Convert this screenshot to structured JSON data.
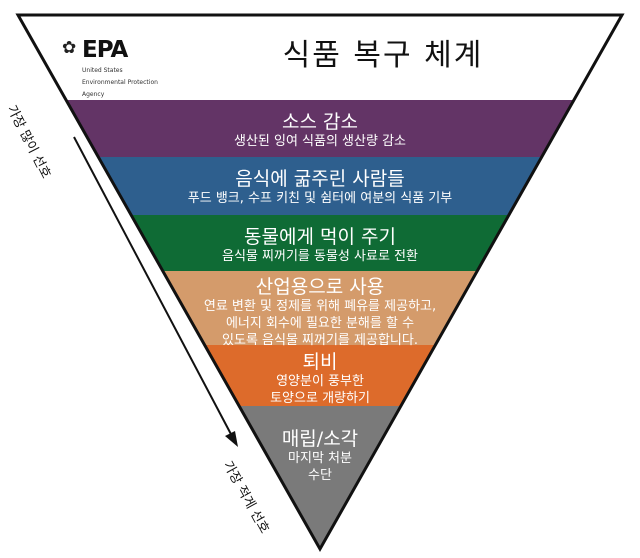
{
  "title": "식품 복구 체계",
  "logo": {
    "wordmark": "EPA",
    "subtitle_lines": [
      "United States",
      "Environmental Protection",
      "Agency"
    ],
    "icon": "epa-flower-icon"
  },
  "side_labels": {
    "top": "가장 많이 선호",
    "bottom": "가장 적게 선호"
  },
  "tiers": [
    {
      "title": "소스 감소",
      "lines": [
        "생산된 잉여 식품의 생산량 감소"
      ],
      "color": "#633466"
    },
    {
      "title": "음식에 굶주린 사람들",
      "lines": [
        "푸드 뱅크, 수프 키친 및 쉼터에 여분의 식품 기부"
      ],
      "color": "#2e5f8e"
    },
    {
      "title": "동물에게 먹이 주기",
      "lines": [
        "음식물 찌꺼기를 동물성 사료로 전환"
      ],
      "color": "#0f6b35"
    },
    {
      "title": "산업용으로 사용",
      "lines": [
        "연료 변환 및 정제를 위해 폐유를 제공하고,",
        "에너지 회수에 필요한 분해를 할 수",
        "있도록 음식물 찌꺼기를 제공합니다."
      ],
      "color": "#d49b6b"
    },
    {
      "title": "퇴비",
      "lines": [
        "영양분이 풍부한",
        "토양으로 개량하기"
      ],
      "color": "#dd6b2b"
    },
    {
      "title": "매립/소각",
      "lines": [
        "마지막 처분",
        "수단"
      ],
      "color": "#7a7a7a"
    }
  ]
}
